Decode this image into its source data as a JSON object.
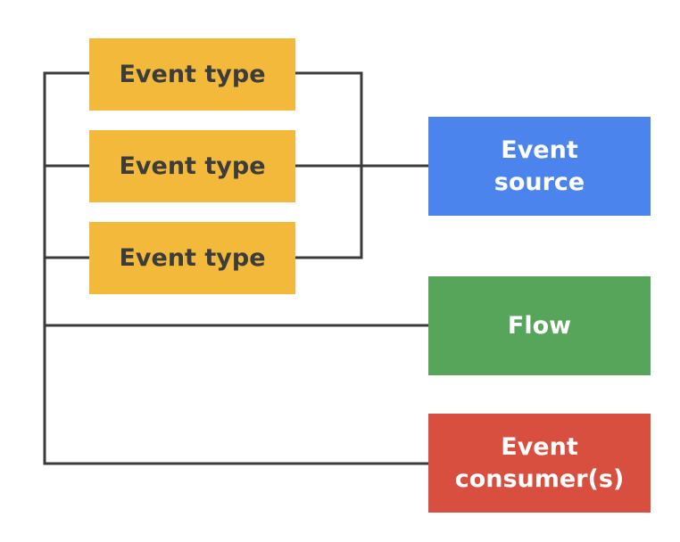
{
  "colors": {
    "event_type_fill": "#F2B93B",
    "event_source_fill": "#4C84EE",
    "flow_fill": "#57A55A",
    "event_consumer_fill": "#D84E3F",
    "connector_line": "#3a3a3a"
  },
  "event_types": [
    {
      "label": "Event type"
    },
    {
      "label": "Event type"
    },
    {
      "label": "Event type"
    }
  ],
  "event_source": {
    "line1": "Event",
    "line2": "source"
  },
  "flow": {
    "label": "Flow"
  },
  "event_consumer": {
    "line1": "Event",
    "line2": "consumer(s)"
  }
}
